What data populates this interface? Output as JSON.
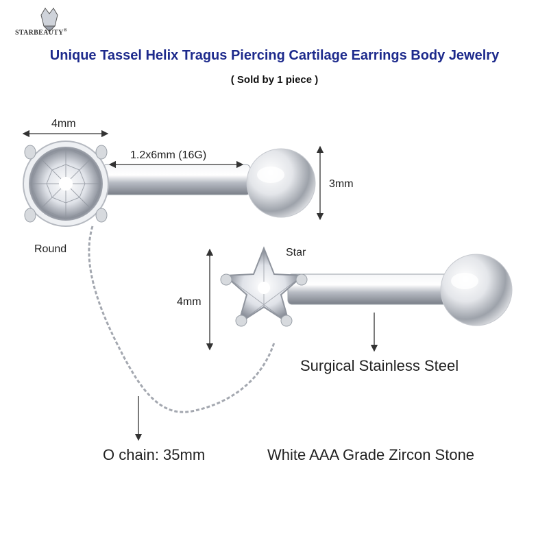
{
  "brand": {
    "name": "STARBEAUTY",
    "registered_mark": "®",
    "logo_icon": "crown-gem-icon"
  },
  "title": "Unique Tassel Helix Tragus Piercing Cartilage Earrings Body Jewelry",
  "subtitle": "( Sold by 1 piece )",
  "labels": {
    "round_width": "4mm",
    "bar_size": "1.2x6mm (16G)",
    "ball_size": "3mm",
    "round_shape": "Round",
    "star_shape": "Star",
    "star_height": "4mm",
    "material": "Surgical Stainless Steel",
    "chain": "O chain: 35mm",
    "stone": "White AAA Grade Zircon Stone"
  },
  "colors": {
    "title": "#1d2a8c",
    "steel": "#c9ccd2",
    "arrow": "#333333"
  }
}
